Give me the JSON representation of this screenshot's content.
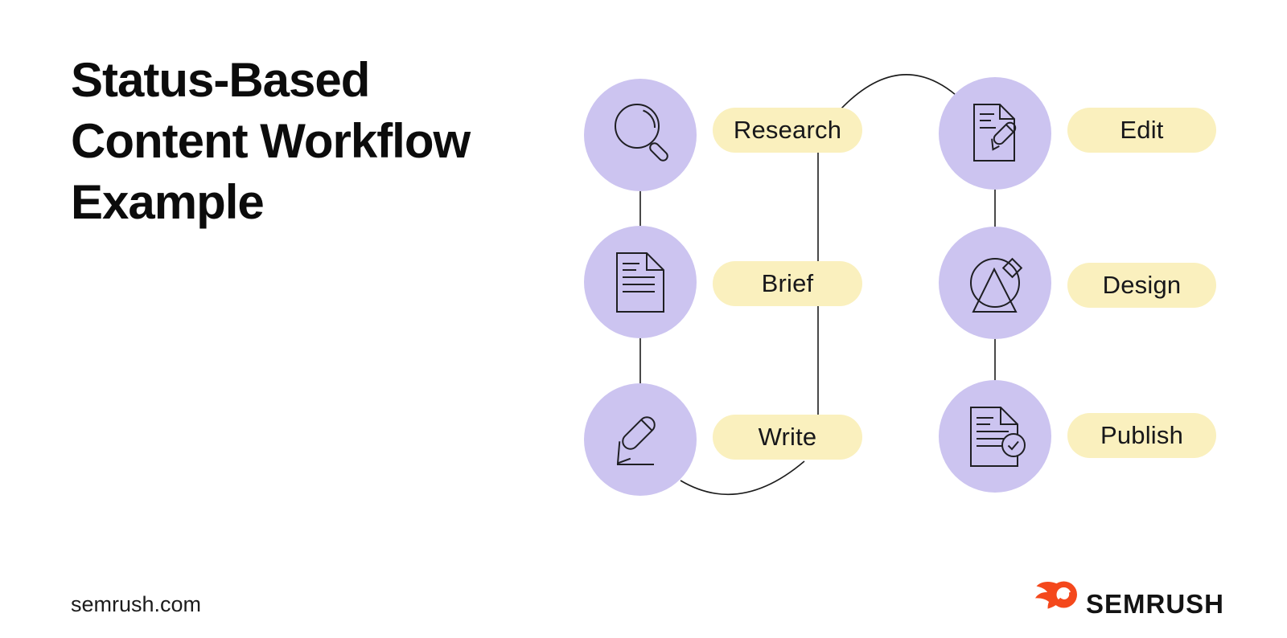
{
  "title": {
    "lines": [
      "Status-Based",
      "Content Workflow",
      "Example"
    ],
    "color": "#0C0C0C"
  },
  "diagram": {
    "left_steps": [
      {
        "label": "Research",
        "icon": "magnifier-icon"
      },
      {
        "label": "Brief",
        "icon": "document-icon"
      },
      {
        "label": "Write",
        "icon": "pencil-icon"
      }
    ],
    "right_steps": [
      {
        "label": "Edit",
        "icon": "document-pencil-icon"
      },
      {
        "label": "Design",
        "icon": "design-shapes-icon"
      },
      {
        "label": "Publish",
        "icon": "document-check-icon"
      }
    ],
    "colors": {
      "node_fill": "#CCC4F0",
      "pill_fill": "#FAF0BE",
      "connector": "#1C1C1C",
      "icon_stroke": "#1F1F23",
      "pill_text": "#17171A"
    }
  },
  "footer": {
    "website": "semrush.com",
    "brand_name": "SEMRUSH",
    "brand_color": "#F4481C"
  }
}
